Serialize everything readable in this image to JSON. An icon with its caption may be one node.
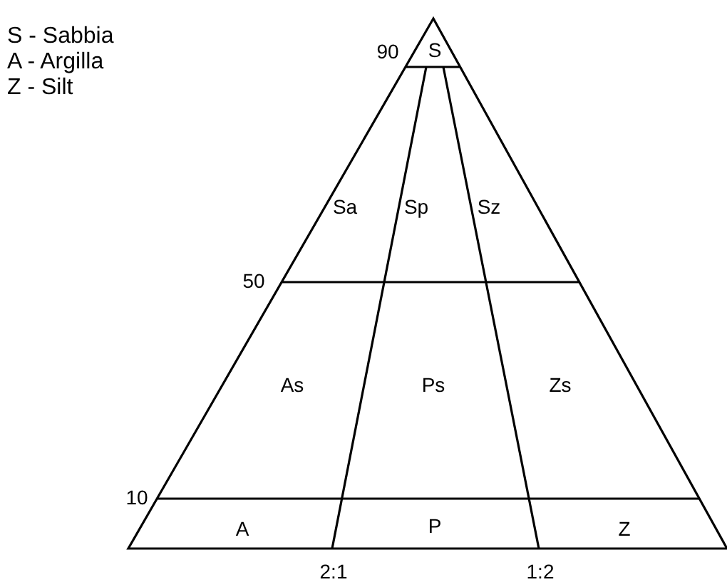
{
  "diagram": {
    "labels": [
      "S - Sabbia",
      "A - Argilla",
      "Z - Silt",
      "90",
      "S",
      "Sa",
      "Sp",
      "Sz",
      "50",
      "As",
      "Ps",
      "Zs",
      "10",
      "A",
      "P",
      "Z",
      "2:1",
      "1:2"
    ]
  }
}
